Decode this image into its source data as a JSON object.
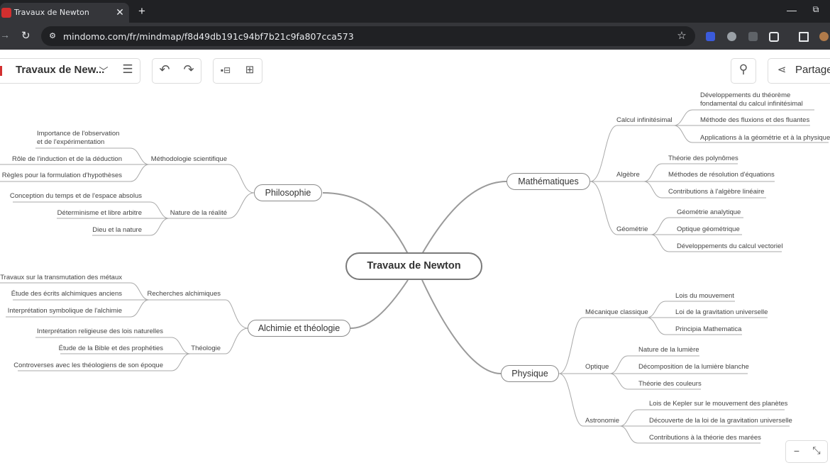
{
  "browser": {
    "tab_title": "Travaux de Newton",
    "tab_close": "✕",
    "new_tab": "+",
    "url": "mindomo.com/fr/mindmap/f8d49db191c94bf7b21c9fa807cca573",
    "window_minimize": "—",
    "window_restore": "⧉"
  },
  "toolbar": {
    "map_title": "Travaux de New...",
    "share_label": "Partager"
  },
  "mindmap": {
    "central": "Travaux de Newton",
    "philosophie": {
      "label": "Philosophie",
      "methodologie": "Méthodologie scientifique",
      "methodologie_items": [
        "Importance de l'observation\net de l'expérimentation",
        "Rôle de l'induction et de la déduction",
        "Règles pour la formulation d'hypothèses"
      ],
      "nature": "Nature de la réalité",
      "nature_items": [
        "Conception du temps et de l'espace absolus",
        "Déterminisme et libre arbitre",
        "Dieu et la nature"
      ]
    },
    "alchimie": {
      "label": "Alchimie et théologie",
      "recherches": "Recherches alchimiques",
      "recherches_items": [
        "Travaux sur la transmutation des métaux",
        "Étude des écrits alchimiques anciens",
        "Interprétation symbolique de l'alchimie"
      ],
      "theologie": "Théologie",
      "theologie_items": [
        "Interprétation religieuse des lois naturelles",
        "Étude de la Bible et des prophéties",
        "Controverses avec les théologiens de son époque"
      ]
    },
    "mathematiques": {
      "label": "Mathématiques",
      "calcul": "Calcul infinitésimal",
      "calcul_items": [
        "Développements du théorème\nfondamental du calcul infinitésimal",
        "Méthode des fluxions et des fluantes",
        "Applications à la géométrie et à la physique"
      ],
      "algebre": "Algèbre",
      "algebre_items": [
        "Théorie des polynômes",
        "Méthodes de résolution d'équations",
        "Contributions à l'algèbre linéaire"
      ],
      "geometrie": "Géométrie",
      "geometrie_items": [
        "Géométrie analytique",
        "Optique géométrique",
        "Développements du calcul vectoriel"
      ]
    },
    "physique": {
      "label": "Physique",
      "mecanique": "Mécanique classique",
      "mecanique_items": [
        "Lois du mouvement",
        "Loi de la gravitation universelle",
        "Principia Mathematica"
      ],
      "optique": "Optique",
      "optique_items": [
        "Nature de la lumière",
        "Décomposition de la lumière blanche",
        "Théorie des couleurs"
      ],
      "astronomie": "Astronomie",
      "astronomie_items": [
        "Lois de Kepler sur le mouvement des planètes",
        "Découverte de la loi de la gravitation universelle",
        "Contributions à la théorie des marées"
      ]
    }
  },
  "colors": {
    "accent": "#d32f2f",
    "link": "#9a9a9a",
    "chrome_dark": "#202124",
    "chrome_mid": "#35363a"
  }
}
